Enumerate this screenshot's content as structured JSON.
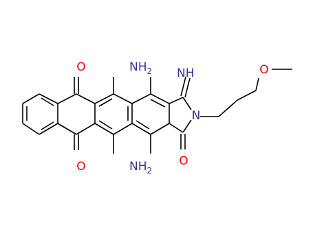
{
  "molecule": {
    "atoms": {
      "o_top_ketone": {
        "text": "O",
        "color": "#ff0000"
      },
      "o_bottom_ketone": {
        "text": "O",
        "color": "#ff0000"
      },
      "nh2_top": {
        "text": "NH",
        "sub": "2",
        "color": "#333399"
      },
      "nh2_bottom": {
        "text": "NH",
        "sub": "2",
        "color": "#333399"
      },
      "imine": {
        "text": "NH",
        "color": "#333399"
      },
      "ring_n": {
        "text": "N",
        "color": "#333399"
      },
      "o_lactam": {
        "text": "O",
        "color": "#ff0000"
      },
      "o_ether": {
        "text": "O",
        "color": "#ff0000"
      }
    }
  }
}
